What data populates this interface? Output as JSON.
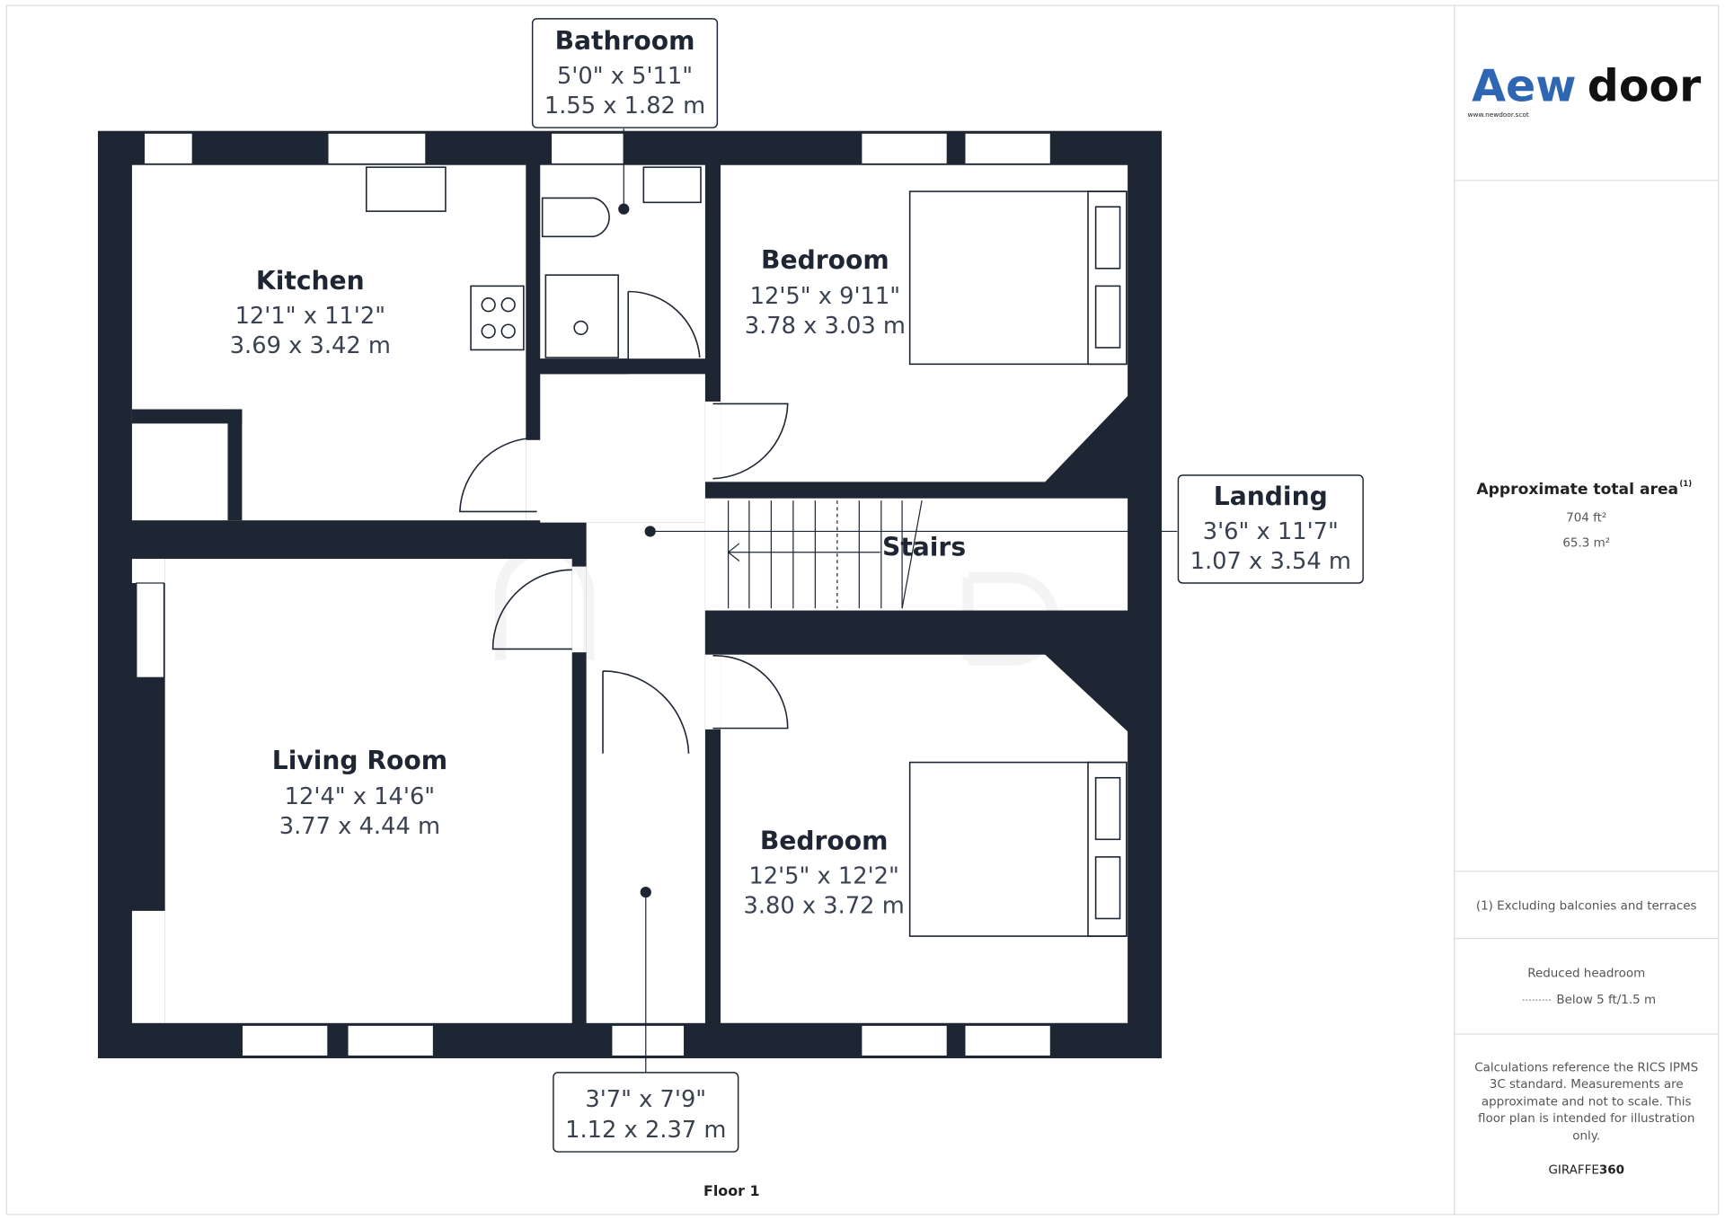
{
  "brand": {
    "name_part1": "Aew",
    "name_part2": "door",
    "website": "www.newdoor.scot",
    "accent": "#2f66b3"
  },
  "rooms": [
    {
      "name": "Kitchen",
      "imperial": "12'1\" x 11'2\"",
      "metric": "3.69 x 3.42 m"
    },
    {
      "name": "Bathroom",
      "imperial": "5'0\" x 5'11\"",
      "metric": "1.55 x 1.82 m"
    },
    {
      "name": "Bedroom",
      "imperial": "12'5\" x 9'11\"",
      "metric": "3.78 x 3.03 m"
    },
    {
      "name": "Landing",
      "imperial": "3'6\" x 11'7\"",
      "metric": "1.07 x 3.54 m"
    },
    {
      "name": "Living Room",
      "imperial": "12'4\" x 14'6\"",
      "metric": "3.77 x 4.44 m"
    },
    {
      "name": "Bedroom",
      "imperial": "12'5\" x 12'2\"",
      "metric": "3.80 x 3.72 m"
    },
    {
      "name": "",
      "imperial": "3'7\" x 7'9\"",
      "metric": "1.12 x 2.37 m"
    }
  ],
  "stairs_label": "Stairs",
  "floor_label": "Floor 1",
  "watermark": "NewDoor",
  "sidebar": {
    "area_title": "Approximate total area",
    "area_note_marker": "(1)",
    "area_ft": "704 ft²",
    "area_m": "65.3 m²",
    "footnote": "(1) Excluding balconies and terraces",
    "headroom_title": "Reduced headroom",
    "headroom_legend": "Below 5 ft/1.5 m",
    "disclaimer_lines": [
      "Calculations reference the RICS IPMS",
      "3C standard. Measurements are",
      "approximate and not to scale. This",
      "floor plan is intended for illustration",
      "only."
    ],
    "credit_light": "GIRAFFE",
    "credit_bold": "360"
  }
}
